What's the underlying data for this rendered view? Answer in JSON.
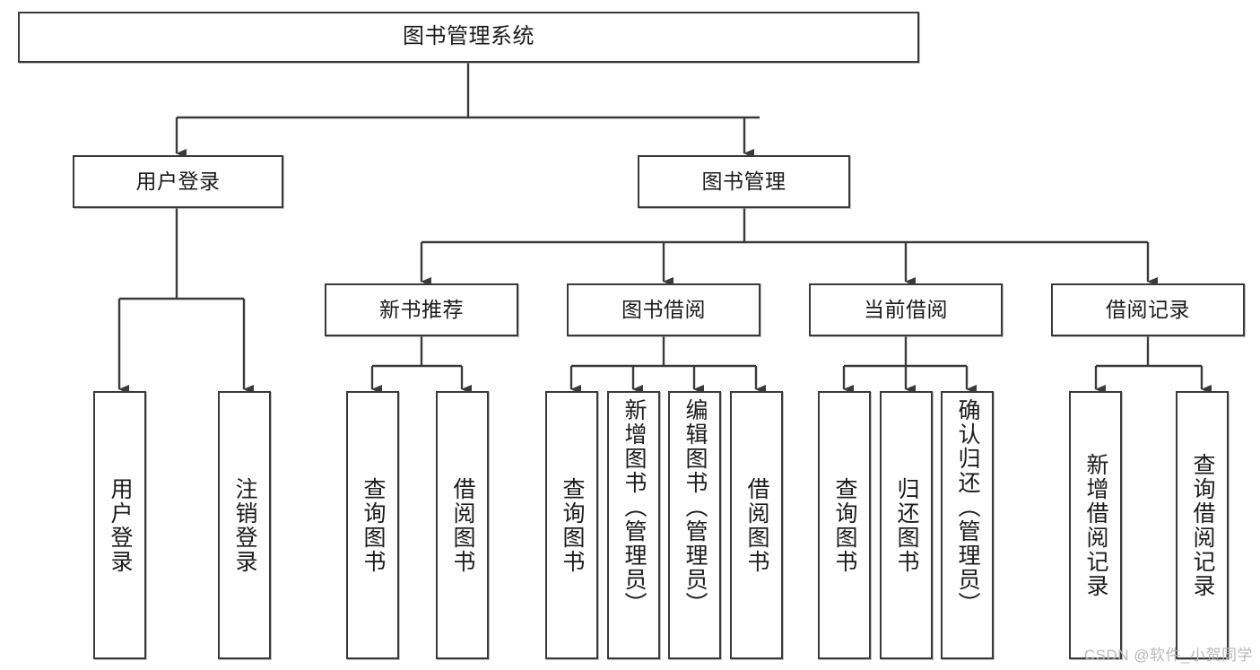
{
  "diagram": {
    "title": "图书管理系统",
    "type": "tree",
    "watermark": "CSDN @软件_小贺同学",
    "colors": {
      "node_border": "#3a3a3a",
      "node_fill": "#ffffff",
      "edge": "#3a3a3a",
      "text": "#1b1b1b",
      "watermark": "#b9b9b9",
      "background": "#ffffff"
    },
    "levels": {
      "root": "图书管理系统",
      "level2": [
        "用户登录",
        "图书管理"
      ],
      "level3": [
        "新书推荐",
        "图书借阅",
        "当前借阅",
        "借阅记录"
      ]
    },
    "nodes": {
      "root": {
        "label": "图书管理系统",
        "orientation": "horizontal"
      },
      "user_login": {
        "label": "用户登录",
        "orientation": "horizontal"
      },
      "book_manage": {
        "label": "图书管理",
        "orientation": "horizontal"
      },
      "new_book_rec": {
        "label": "新书推荐",
        "orientation": "horizontal"
      },
      "book_borrow": {
        "label": "图书借阅",
        "orientation": "horizontal"
      },
      "current_borrow": {
        "label": "当前借阅",
        "orientation": "horizontal"
      },
      "borrow_record": {
        "label": "借阅记录",
        "orientation": "horizontal"
      },
      "leaf_user_login": {
        "label": "用户登录",
        "orientation": "vertical"
      },
      "leaf_user_logout": {
        "label": "注销登录",
        "orientation": "vertical"
      },
      "leaf_query_book_1": {
        "label": "查询图书",
        "orientation": "vertical"
      },
      "leaf_borrow_book_1": {
        "label": "借阅图书",
        "orientation": "vertical"
      },
      "leaf_query_book_2": {
        "label": "查询图书",
        "orientation": "vertical"
      },
      "leaf_add_book": {
        "label": "新增图书（管理员）",
        "orientation": "vertical"
      },
      "leaf_edit_book": {
        "label": "编辑图书（管理员）",
        "orientation": "vertical"
      },
      "leaf_borrow_book_2": {
        "label": "借阅图书",
        "orientation": "vertical"
      },
      "leaf_query_book_3": {
        "label": "查询图书",
        "orientation": "vertical"
      },
      "leaf_return_book": {
        "label": "归还图书",
        "orientation": "vertical"
      },
      "leaf_confirm_return": {
        "label": "确认归还（管理员）",
        "orientation": "vertical"
      },
      "leaf_add_record": {
        "label": "新增借阅记录",
        "orientation": "vertical"
      },
      "leaf_query_record": {
        "label": "查询借阅记录",
        "orientation": "vertical"
      }
    },
    "edges": [
      {
        "from": "root",
        "to": "user_login"
      },
      {
        "from": "root",
        "to": "book_manage"
      },
      {
        "from": "user_login",
        "to": "leaf_user_login"
      },
      {
        "from": "user_login",
        "to": "leaf_user_logout"
      },
      {
        "from": "book_manage",
        "to": "new_book_rec"
      },
      {
        "from": "book_manage",
        "to": "book_borrow"
      },
      {
        "from": "book_manage",
        "to": "current_borrow"
      },
      {
        "from": "book_manage",
        "to": "borrow_record"
      },
      {
        "from": "new_book_rec",
        "to": "leaf_query_book_1"
      },
      {
        "from": "new_book_rec",
        "to": "leaf_borrow_book_1"
      },
      {
        "from": "book_borrow",
        "to": "leaf_query_book_2"
      },
      {
        "from": "book_borrow",
        "to": "leaf_add_book"
      },
      {
        "from": "book_borrow",
        "to": "leaf_edit_book"
      },
      {
        "from": "book_borrow",
        "to": "leaf_borrow_book_2"
      },
      {
        "from": "current_borrow",
        "to": "leaf_query_book_3"
      },
      {
        "from": "current_borrow",
        "to": "leaf_return_book"
      },
      {
        "from": "current_borrow",
        "to": "leaf_confirm_return"
      },
      {
        "from": "borrow_record",
        "to": "leaf_add_record"
      },
      {
        "from": "borrow_record",
        "to": "leaf_query_record"
      }
    ]
  }
}
